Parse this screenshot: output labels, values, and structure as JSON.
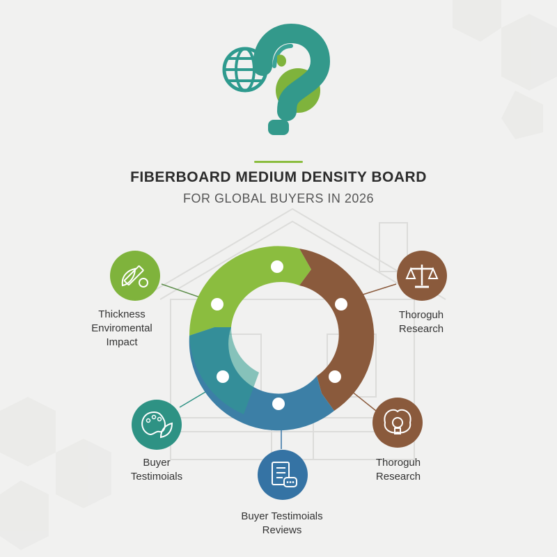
{
  "header": {
    "title": "FIBERBOARD MEDIUM DENSITY BOARD",
    "subtitle": "FOR GLOBAL BUYERS IN 2026"
  },
  "colors": {
    "green": "#8bbd3f",
    "brown": "#8a5a3c",
    "blue": "#3c7fa6",
    "teal": "#2e9a8e",
    "accent_line": "#8bbd3f"
  },
  "nodes": [
    {
      "id": "top-left",
      "icon": "ruler-leaf-gear-icon",
      "color": "#7fb33c",
      "lines": [
        "Thickness",
        "Enviromental",
        "Impact"
      ]
    },
    {
      "id": "top-right",
      "icon": "scales-icon",
      "color": "#8a5a3c",
      "lines": [
        "Thoroguh",
        "Research"
      ]
    },
    {
      "id": "bottom-right",
      "icon": "brain-bulb-icon",
      "color": "#8a5a3c",
      "lines": [
        "Thoroguh",
        "Research"
      ]
    },
    {
      "id": "bottom-center",
      "icon": "checklist-chat-icon",
      "color": "#3573a4",
      "lines": [
        "Buyer Testimoials",
        "Reviews"
      ]
    },
    {
      "id": "bottom-left",
      "icon": "palette-leaf-icon",
      "color": "#2e9284",
      "lines": [
        "Buyer",
        "Testimoials"
      ]
    }
  ]
}
